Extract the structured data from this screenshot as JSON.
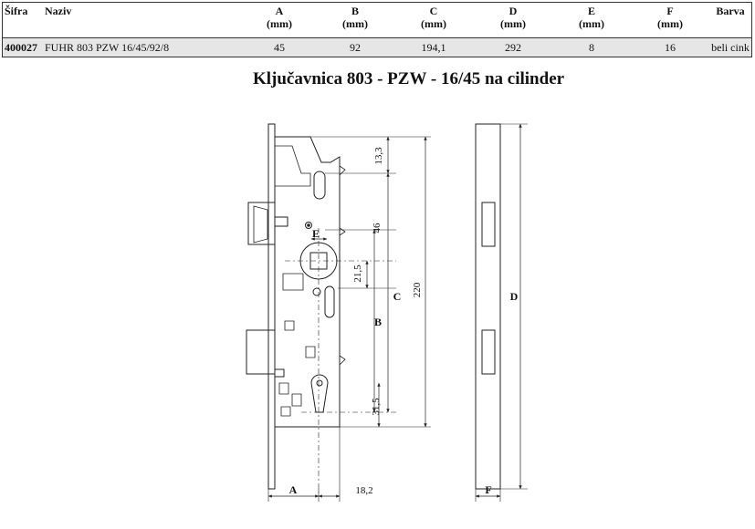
{
  "table": {
    "headers": [
      {
        "label": "Šifra",
        "unit": ""
      },
      {
        "label": "Naziv",
        "unit": ""
      },
      {
        "label": "A",
        "unit": "(mm)"
      },
      {
        "label": "B",
        "unit": "(mm)"
      },
      {
        "label": "C",
        "unit": "(mm)"
      },
      {
        "label": "D",
        "unit": "(mm)"
      },
      {
        "label": "E",
        "unit": "(mm)"
      },
      {
        "label": "F",
        "unit": "(mm)"
      },
      {
        "label": "Barva",
        "unit": ""
      }
    ],
    "row": [
      "400027",
      "FUHR 803 PZW 16/45/92/8",
      "45",
      "92",
      "194,1",
      "292",
      "8",
      "16",
      "beli cink"
    ]
  },
  "title": "Ključavnica 803 - PZW - 16/45 na cilinder",
  "drawing": {
    "dims": {
      "d13_3": "13,3",
      "d46": "46",
      "d21_5": "21,5",
      "d220": "220",
      "d31_5": "31,5",
      "d18_2": "18,2",
      "A": "A",
      "B": "B",
      "C": "C",
      "D": "D",
      "E": "E",
      "F": "F"
    }
  },
  "colors": {
    "line": "#222222",
    "row_bg": "#e6e6e6"
  }
}
